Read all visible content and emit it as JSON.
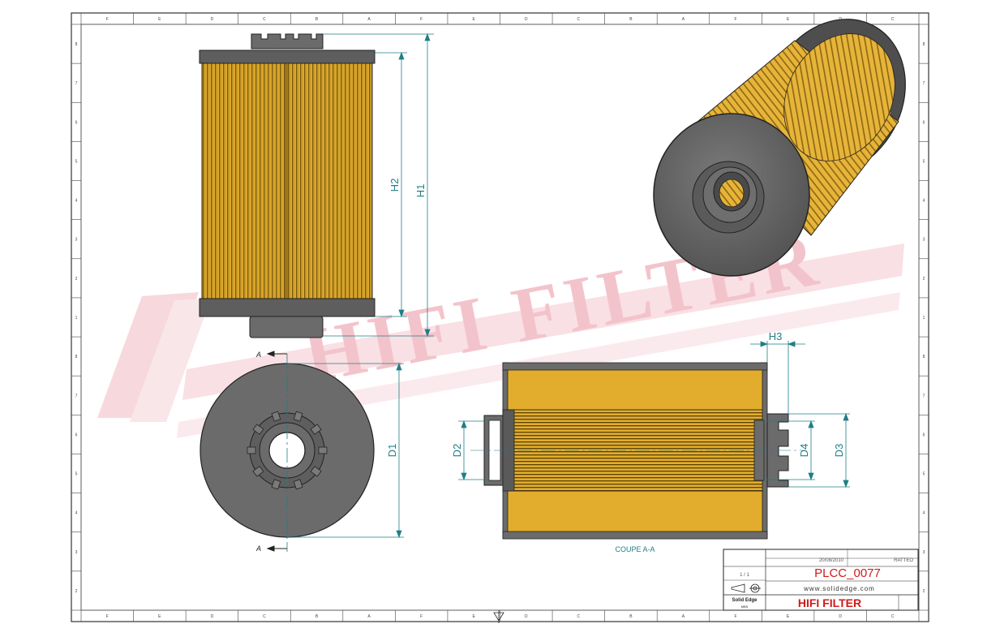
{
  "drawing": {
    "watermark": "HIFI FILTER",
    "section_label": "COUPE A-A",
    "section_marker": "A",
    "dimensions": {
      "h1": "H1",
      "h2": "H2",
      "h3": "H3",
      "d1": "D1",
      "d2": "D2",
      "d3": "D3",
      "d4": "D4"
    },
    "frame_letters": [
      "F",
      "E",
      "D",
      "C",
      "B",
      "A"
    ],
    "frame_numbers": [
      "8",
      "7",
      "6",
      "5",
      "4",
      "3",
      "2",
      "1"
    ]
  },
  "title_block": {
    "date": "20/08/2010",
    "author": "RATTEO",
    "scale": "1 / 1",
    "part_number": "PLCC_0077",
    "website": "www.solidedge.com",
    "brand": "HIFI FILTER",
    "cad_logo": "Solid Edge",
    "cad_sub": "MBS"
  },
  "colors": {
    "paper_yellow": "#e2ad2c",
    "paper_dark": "#8a6712",
    "body_gray": "#6b6b6b",
    "dim_line": "#1f7f86",
    "watermark": "#f4c9cf",
    "brand_red": "#d11a1a"
  }
}
